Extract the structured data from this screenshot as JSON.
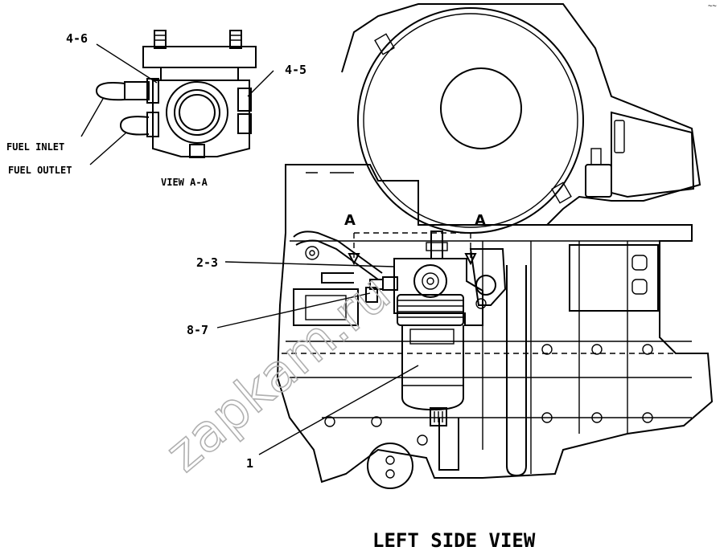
{
  "diagram": {
    "callouts": {
      "c46": "4-6",
      "c45": "4-5",
      "c23": "2-3",
      "c87": "8-7",
      "c1": "1"
    },
    "notes": {
      "fuel_inlet": "FUEL INLET",
      "fuel_outlet": "FUEL OUTLET",
      "view_aa": "VIEW A-A"
    },
    "section_marks": {
      "left": "A",
      "right": "A"
    },
    "main_title": "LEFT SIDE VIEW",
    "watermark": "zapkam.ru",
    "corner_mark": "~~"
  }
}
